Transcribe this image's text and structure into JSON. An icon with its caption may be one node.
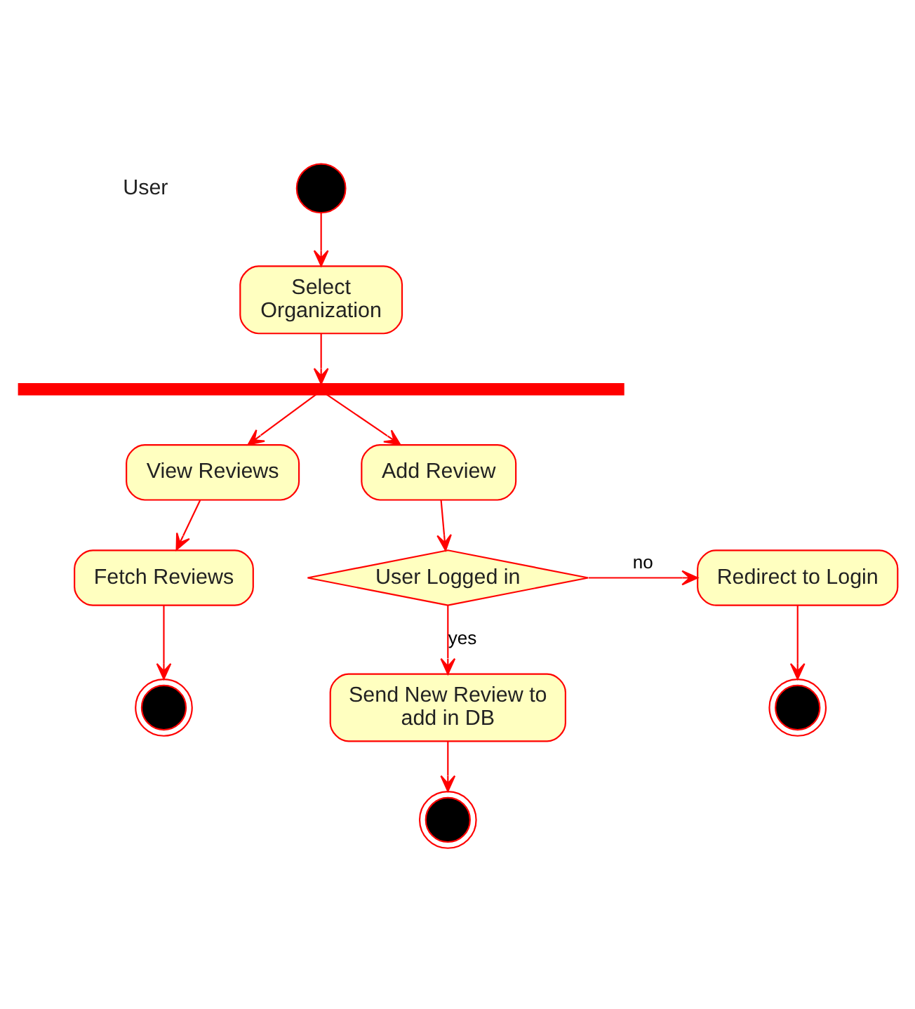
{
  "diagram": {
    "nodes": [
      {
        "text": [],
        "shape": "circle"
      },
      {
        "text": [
          "Select Organization"
        ]
      },
      {
        "text": [],
        "shape": "bar"
      },
      {
        "text": [
          "View Reviews"
        ]
      },
      {
        "text": [
          "Add Review"
        ]
      },
      {
        "text": [
          "Fetch Reviews"
        ]
      },
      {
        "text": [
          "User Logged in"
        ]
      },
      {
        "text": [
          "Redirect to Login"
        ]
      },
      {
        "text": [],
        "shape": "bullseye"
      },
      {
        "text": [
          "Send New Review to add in DB"
        ]
      },
      {
        "text": [],
        "shape": "bullseye"
      },
      {
        "text": [],
        "shape": "bullseye"
      }
    ],
    "edges": [
      {
        "from": 0,
        "to": 1,
        "arrow": "to"
      },
      {
        "from": 1,
        "to": 2,
        "arrow": "to"
      },
      {
        "from": 2,
        "to": 3,
        "arrow": "to"
      },
      {
        "from": 2,
        "to": 4,
        "arrow": "to"
      },
      {
        "from": 3,
        "to": 5,
        "arrow": "to"
      },
      {
        "from": 4,
        "to": 6,
        "arrow": "to"
      },
      {
        "from": 6,
        "to": 7,
        "arrow": "to",
        "label": "no"
      },
      {
        "from": 5,
        "to": 8,
        "arrow": "to"
      },
      {
        "from": 6,
        "to": 9,
        "arrow": "to",
        "label": "yes"
      },
      {
        "from": 7,
        "to": 10,
        "arrow": "to"
      },
      {
        "from": 9,
        "to": 11,
        "arrow": "to"
      }
    ],
    "labels": [
      "User"
    ]
  }
}
